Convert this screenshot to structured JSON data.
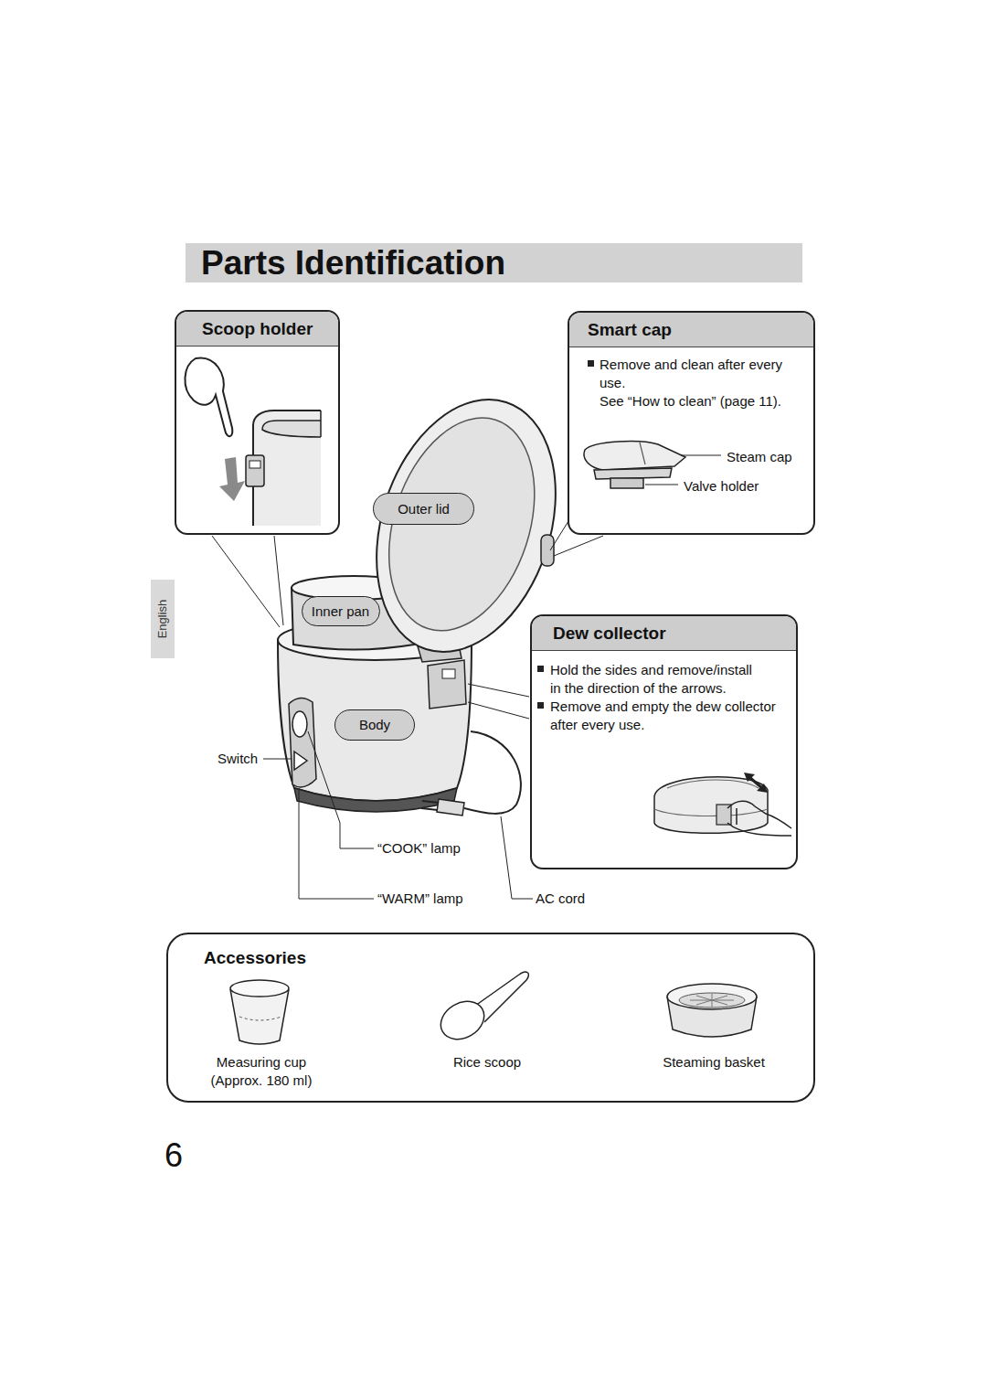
{
  "diagram": {
    "title": "Parts Identification",
    "nodes": [
      {
        "text": [
          "Scoop holder"
        ]
      },
      {
        "text": [
          "Smart cap",
          "Remove and clean after every use.",
          "See “How to clean” (page 11).",
          "Steam cap",
          "Valve holder"
        ]
      },
      {
        "text": [
          "Outer lid"
        ]
      },
      {
        "text": [
          "English"
        ]
      },
      {
        "text": [
          "Inner pan"
        ]
      },
      {
        "text": [
          "Dew collector",
          "Hold the sides and remove/install in the direction of the arrows.",
          "Remove and empty the dew collector after every use."
        ]
      },
      {
        "text": [
          "Body"
        ]
      },
      {
        "text": [
          "Accessories",
          "Measuring cup (Approx. 180 ml)",
          "Rice scoop",
          "Steaming basket"
        ]
      }
    ],
    "labels": [
      "Switch",
      "“COOK” lamp",
      "“WARM” lamp",
      "AC cord",
      "6"
    ]
  }
}
